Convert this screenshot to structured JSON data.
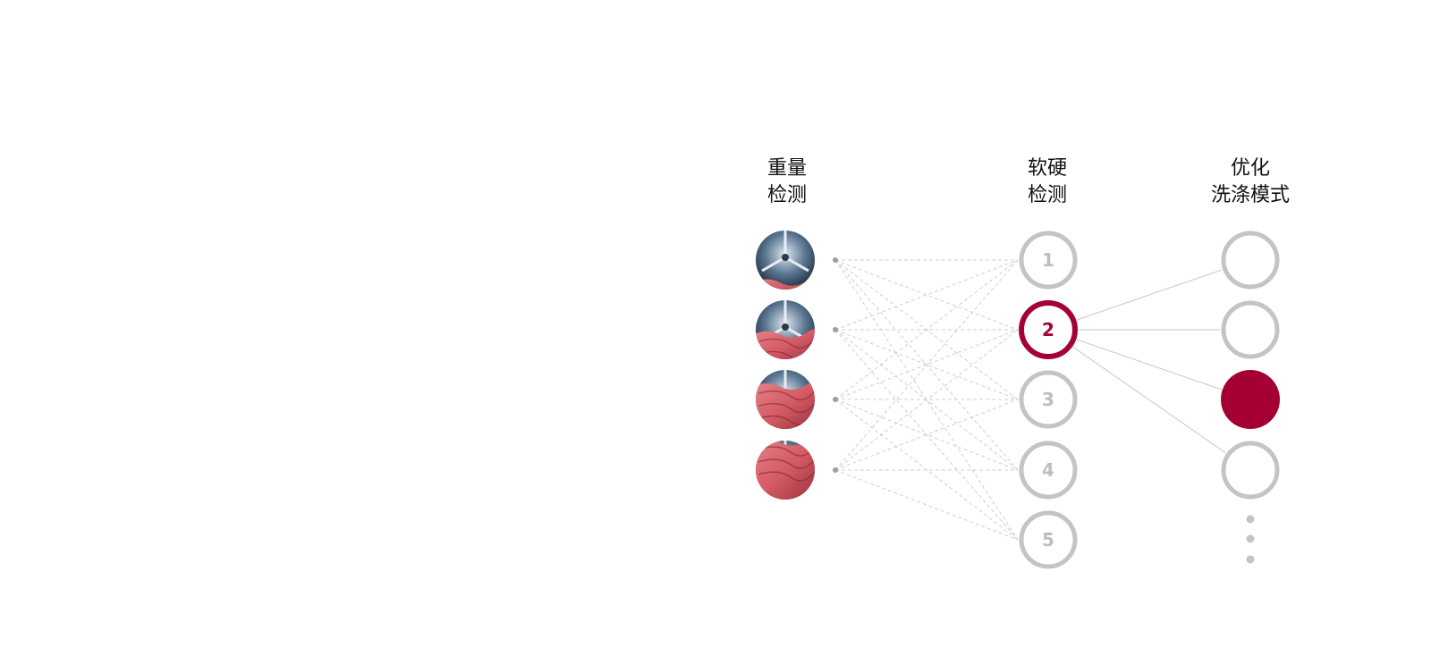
{
  "columns": {
    "weight": {
      "title_line1": "重量",
      "title_line2": "检测"
    },
    "hardness": {
      "title_line1": "软硬",
      "title_line2": "检测"
    },
    "mode": {
      "title_line1": "优化",
      "title_line2": "洗涤模式"
    }
  },
  "weight_levels": [
    {
      "fabric_fill": 0.15
    },
    {
      "fabric_fill": 0.45
    },
    {
      "fabric_fill": 0.75
    },
    {
      "fabric_fill": 1.0
    }
  ],
  "hardness_nodes": [
    "1",
    "2",
    "3",
    "4",
    "5"
  ],
  "selected_hardness": "2",
  "mode_node_count": 4,
  "selected_mode_index": 2,
  "colors": {
    "accent": "#A50034",
    "node_gray": "#C4C4C4",
    "label_gray": "#BDBDBD",
    "connector": "#CFCFCF",
    "fabric": "#D45A64",
    "drum": "#5B7792"
  }
}
